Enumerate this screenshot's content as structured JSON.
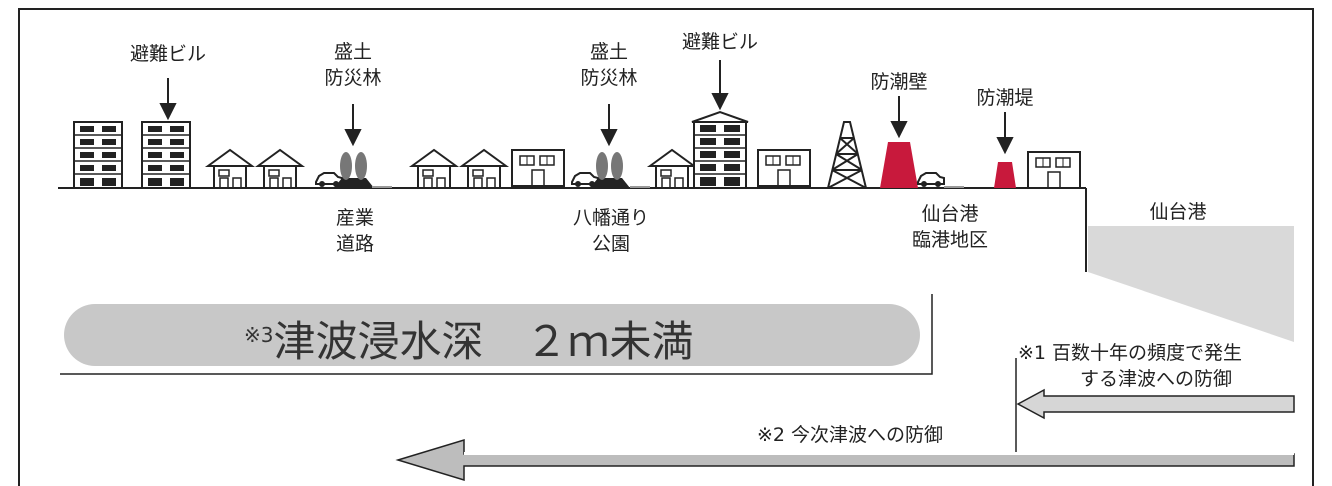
{
  "labels": {
    "hinan_biru_1": "避難ビル",
    "morido_1_l1": "盛土",
    "morido_1_l2": "防災林",
    "morido_2_l1": "盛土",
    "morido_2_l2": "防災林",
    "hinan_biru_2": "避難ビル",
    "bouchouheki": "防潮壁",
    "bouchoutei": "防潮堤",
    "sangyo_l1": "産業",
    "sangyo_l2": "道路",
    "yawata_l1": "八幡通り",
    "yawata_l2": "公園",
    "rinkou_l1": "仙台港",
    "rinkou_l2": "臨港地区",
    "sendai_port": "仙台港"
  },
  "band": {
    "mark": "※3",
    "text": "津波浸水深　２ｍ未満"
  },
  "notes": {
    "defense1_l1": "※1 百数十年の頻度で発生",
    "defense1_l2": "する津波への防御",
    "defense2": "※2 今次津波への防御"
  },
  "colors": {
    "seawall": "#c8193c",
    "band": "#c8c8c8",
    "sea": "#d9d9d9",
    "arrow_small": "#d6d6d6",
    "arrow_long": "#bdbdbd"
  }
}
